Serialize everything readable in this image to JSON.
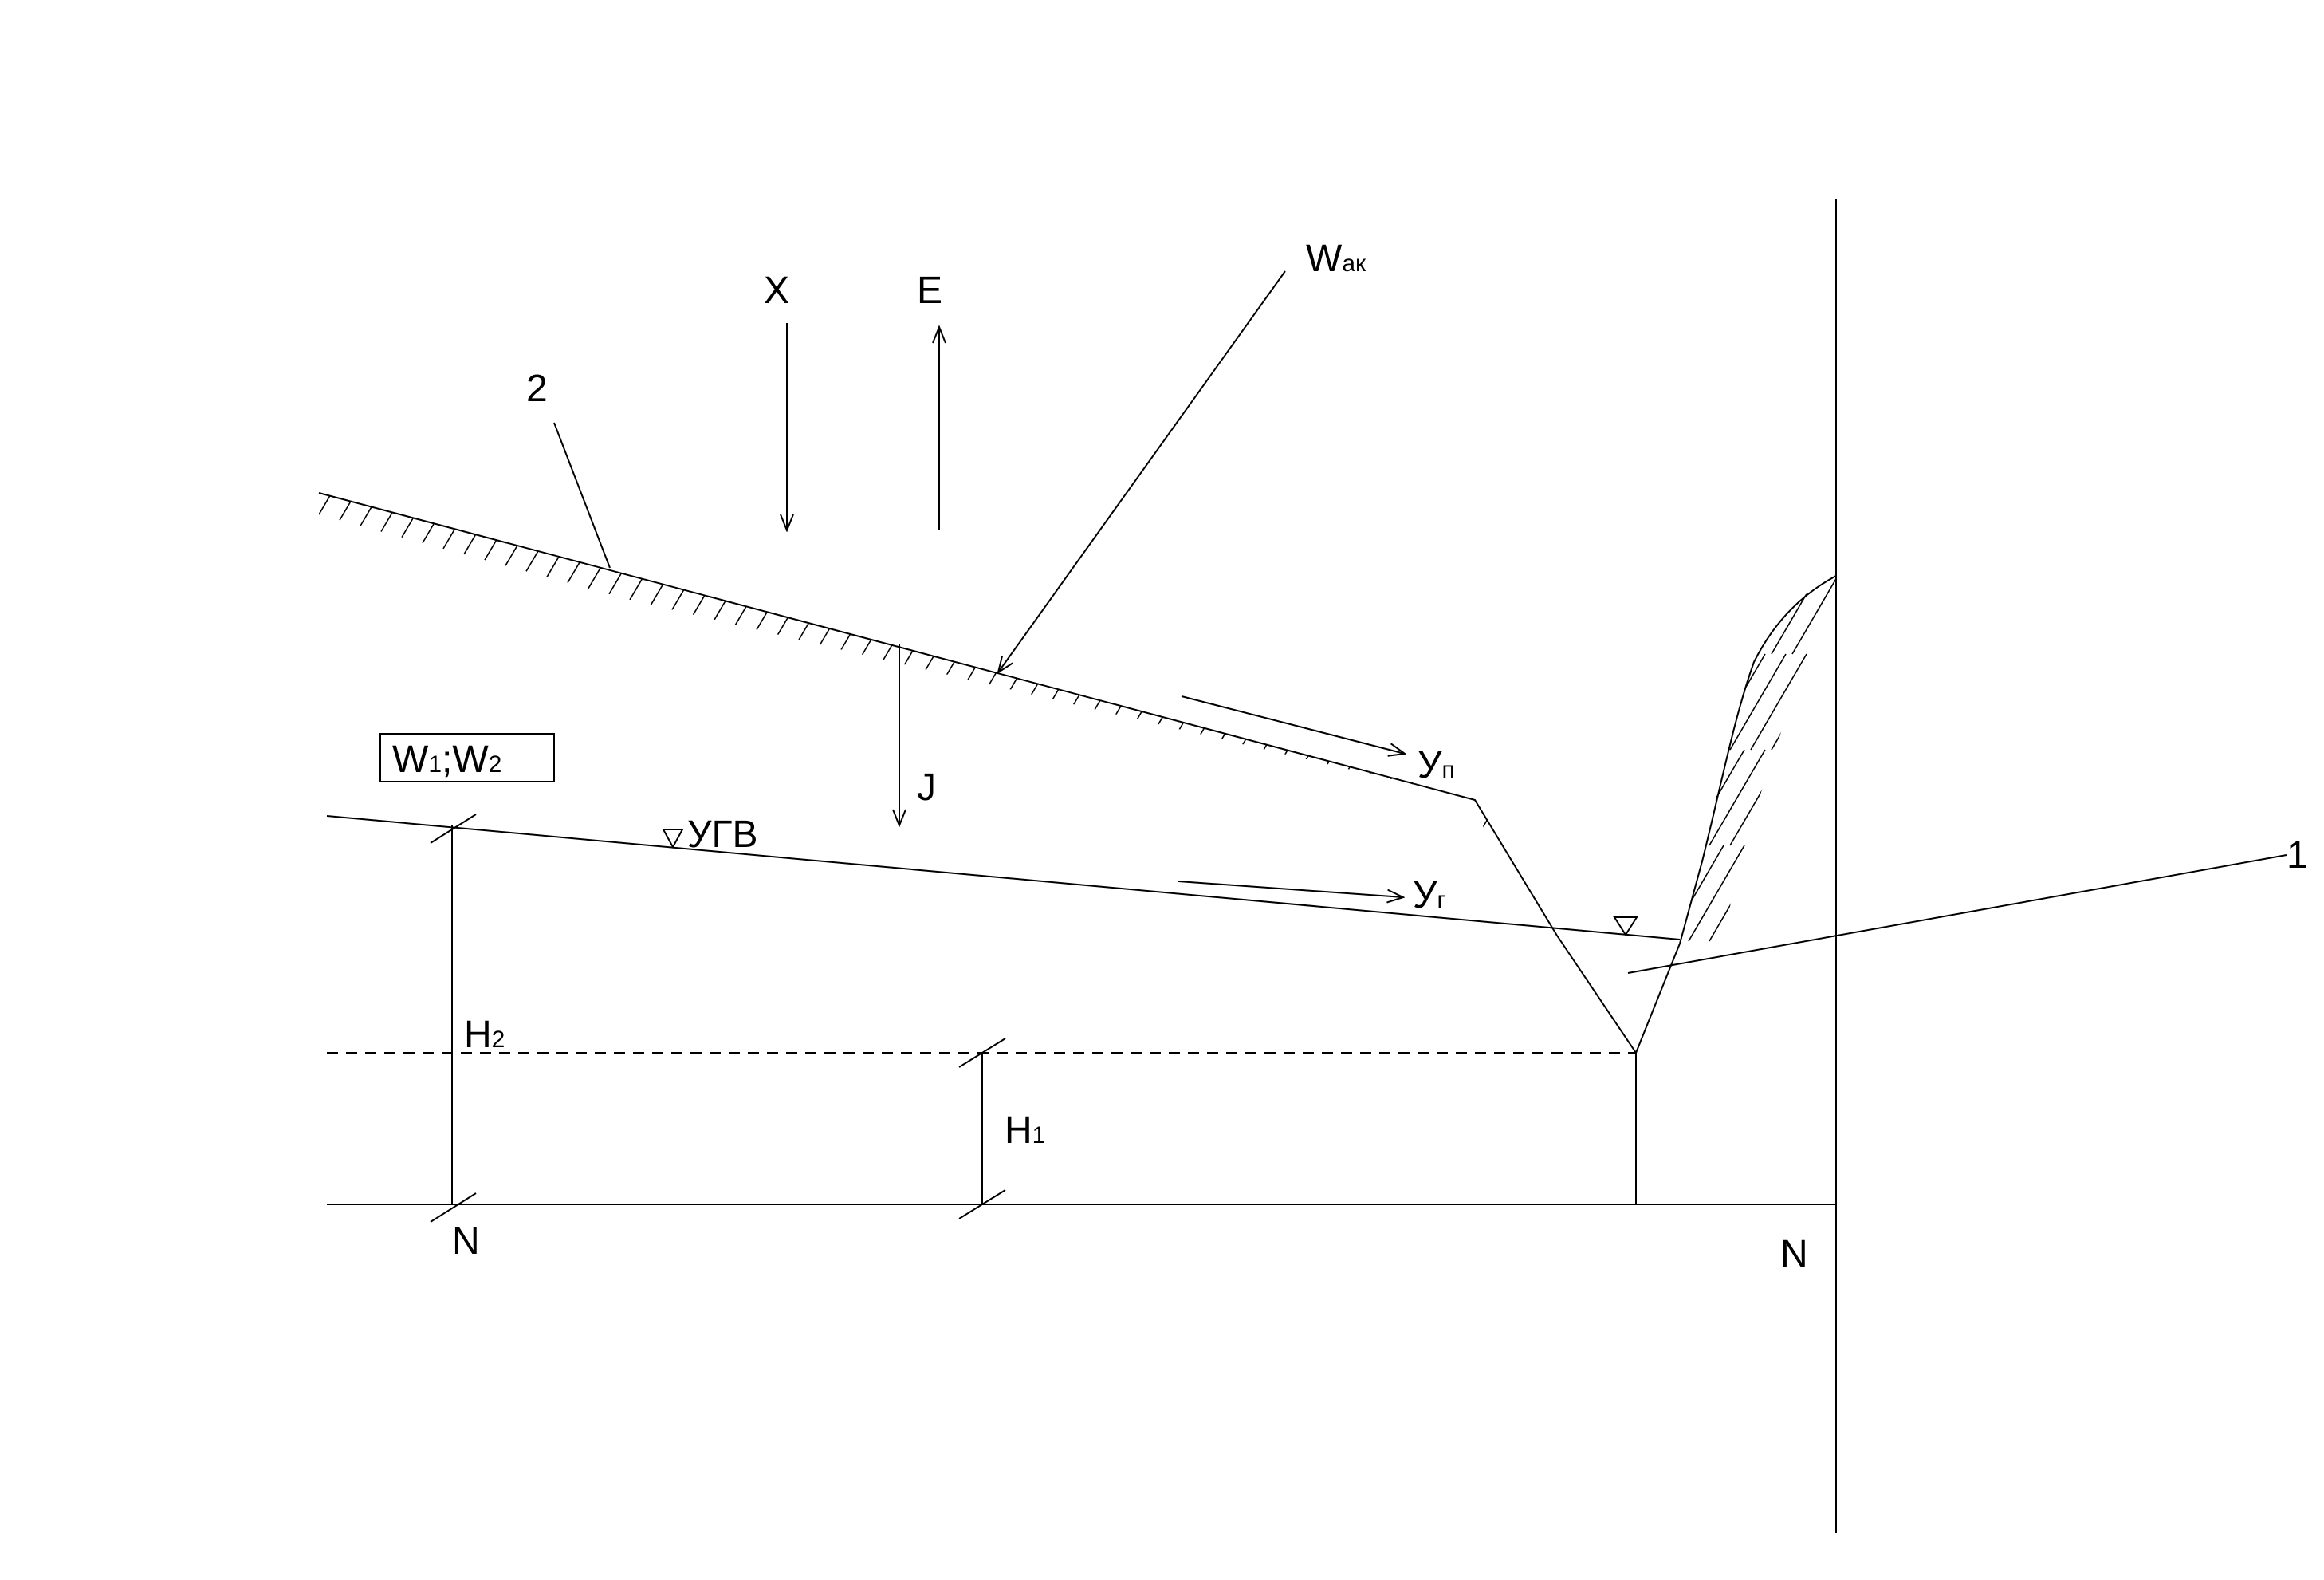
{
  "labels": {
    "x": "X",
    "e": "E",
    "w_ak": "W",
    "w_ak_sub": "ак",
    "two": "2",
    "one": "1",
    "w12_a": "W",
    "w12_s1": "1",
    "w12_b": ";W",
    "w12_s2": "2",
    "j": "J",
    "ugv": "УГВ",
    "u_p": "У",
    "u_p_sub": "п",
    "u_g": "У",
    "u_g_sub": "г",
    "h2": "H",
    "h2_sub": "2",
    "h1": "H",
    "h1_sub": "1",
    "n_left": "N",
    "n_right": "N"
  }
}
